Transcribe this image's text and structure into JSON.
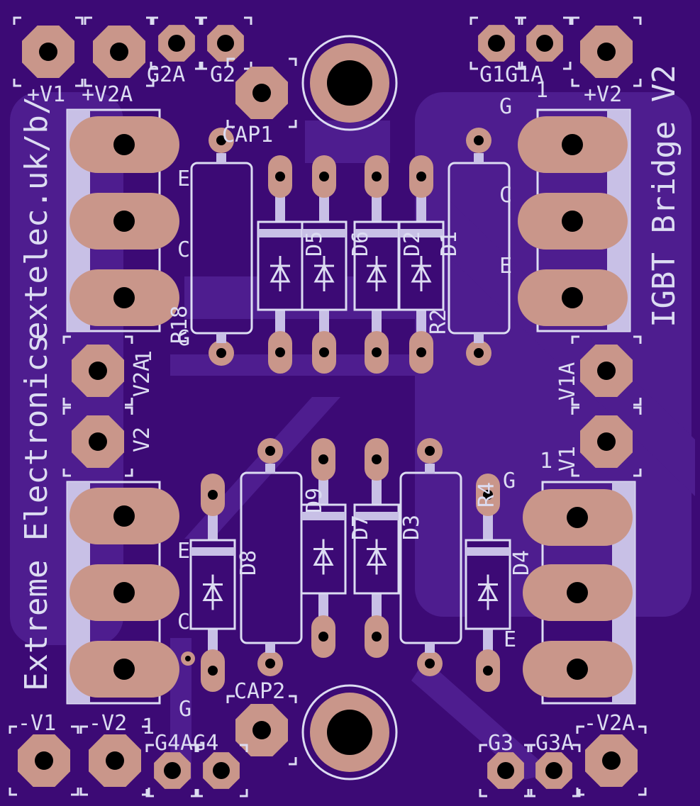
{
  "colors": {
    "board": "#3c0a75",
    "copper": "#4e1d8f",
    "pad": "#c9968a",
    "drill": "#000000",
    "silk": "#dcdcf2",
    "silk_bar": "#c8c0e6"
  },
  "texts": {
    "side_left": "Extreme Electronics",
    "side_left_url": "extelec.uk/b/",
    "side_right": "IGBT Bridge V2",
    "plus_v1": "+V1",
    "plus_v2a": "+V2A",
    "g2a": "G2A",
    "g2": "G2",
    "cap1": "CAP1",
    "g1g1a": "G1G1A",
    "plus_v2": "+V2",
    "one_tr": "1",
    "g_tr": "G",
    "e_left_top": "E",
    "c_left_top": "C",
    "r18": "R18",
    "g_left_top": "G",
    "d5": "D5",
    "d6": "D6",
    "d2": "D2",
    "d1": "D1",
    "r2": "R2",
    "c_right_top": "C",
    "e_right_top": "E",
    "v2a": "V2A",
    "one_v2a": "1",
    "v2": "V2",
    "v1a": "V1A",
    "v1": "V1",
    "one_v1": "1",
    "g_right_bot": "G",
    "r4": "R4",
    "d9": "D9",
    "d7": "D7",
    "d3": "D3",
    "d4": "D4",
    "d8": "D8",
    "e_left_bot": "E",
    "c_left_bot": "C",
    "e_right_bot": "E",
    "cap2": "CAP2",
    "g_left_bot": "G",
    "minus_v1": "-V1",
    "minus_v2": "-V2",
    "one_bl": "1",
    "g4ag4": "G4AG4",
    "g3": "G3",
    "g3a": "G3A",
    "minus_v2a": "-V2A"
  }
}
